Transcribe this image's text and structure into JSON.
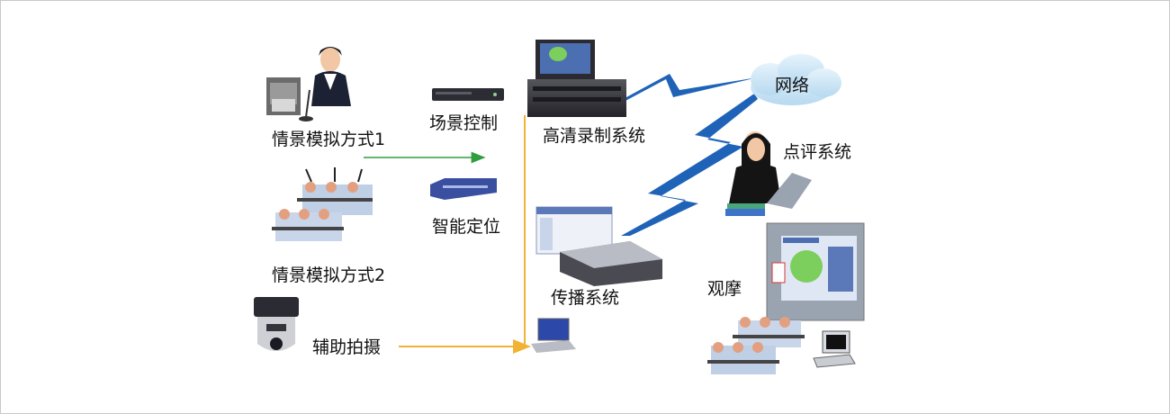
{
  "labels": {
    "mode1": "情景模拟方式1",
    "mode2": "情景模拟方式2",
    "aux": "辅助拍摄",
    "scene": "场景控制",
    "locate": "智能定位",
    "hd": "高清录制系统",
    "broadcast": "传播系统",
    "network": "网络",
    "review": "点评系统",
    "observe": "观摩"
  },
  "colors": {
    "green_line": "#2e9e3e",
    "orange_line": "#f2b233",
    "lightning": "#1f63b8",
    "cloud": "#cde6f7",
    "device_dark": "#2c2c34",
    "device_blue": "#3a4fa0"
  }
}
